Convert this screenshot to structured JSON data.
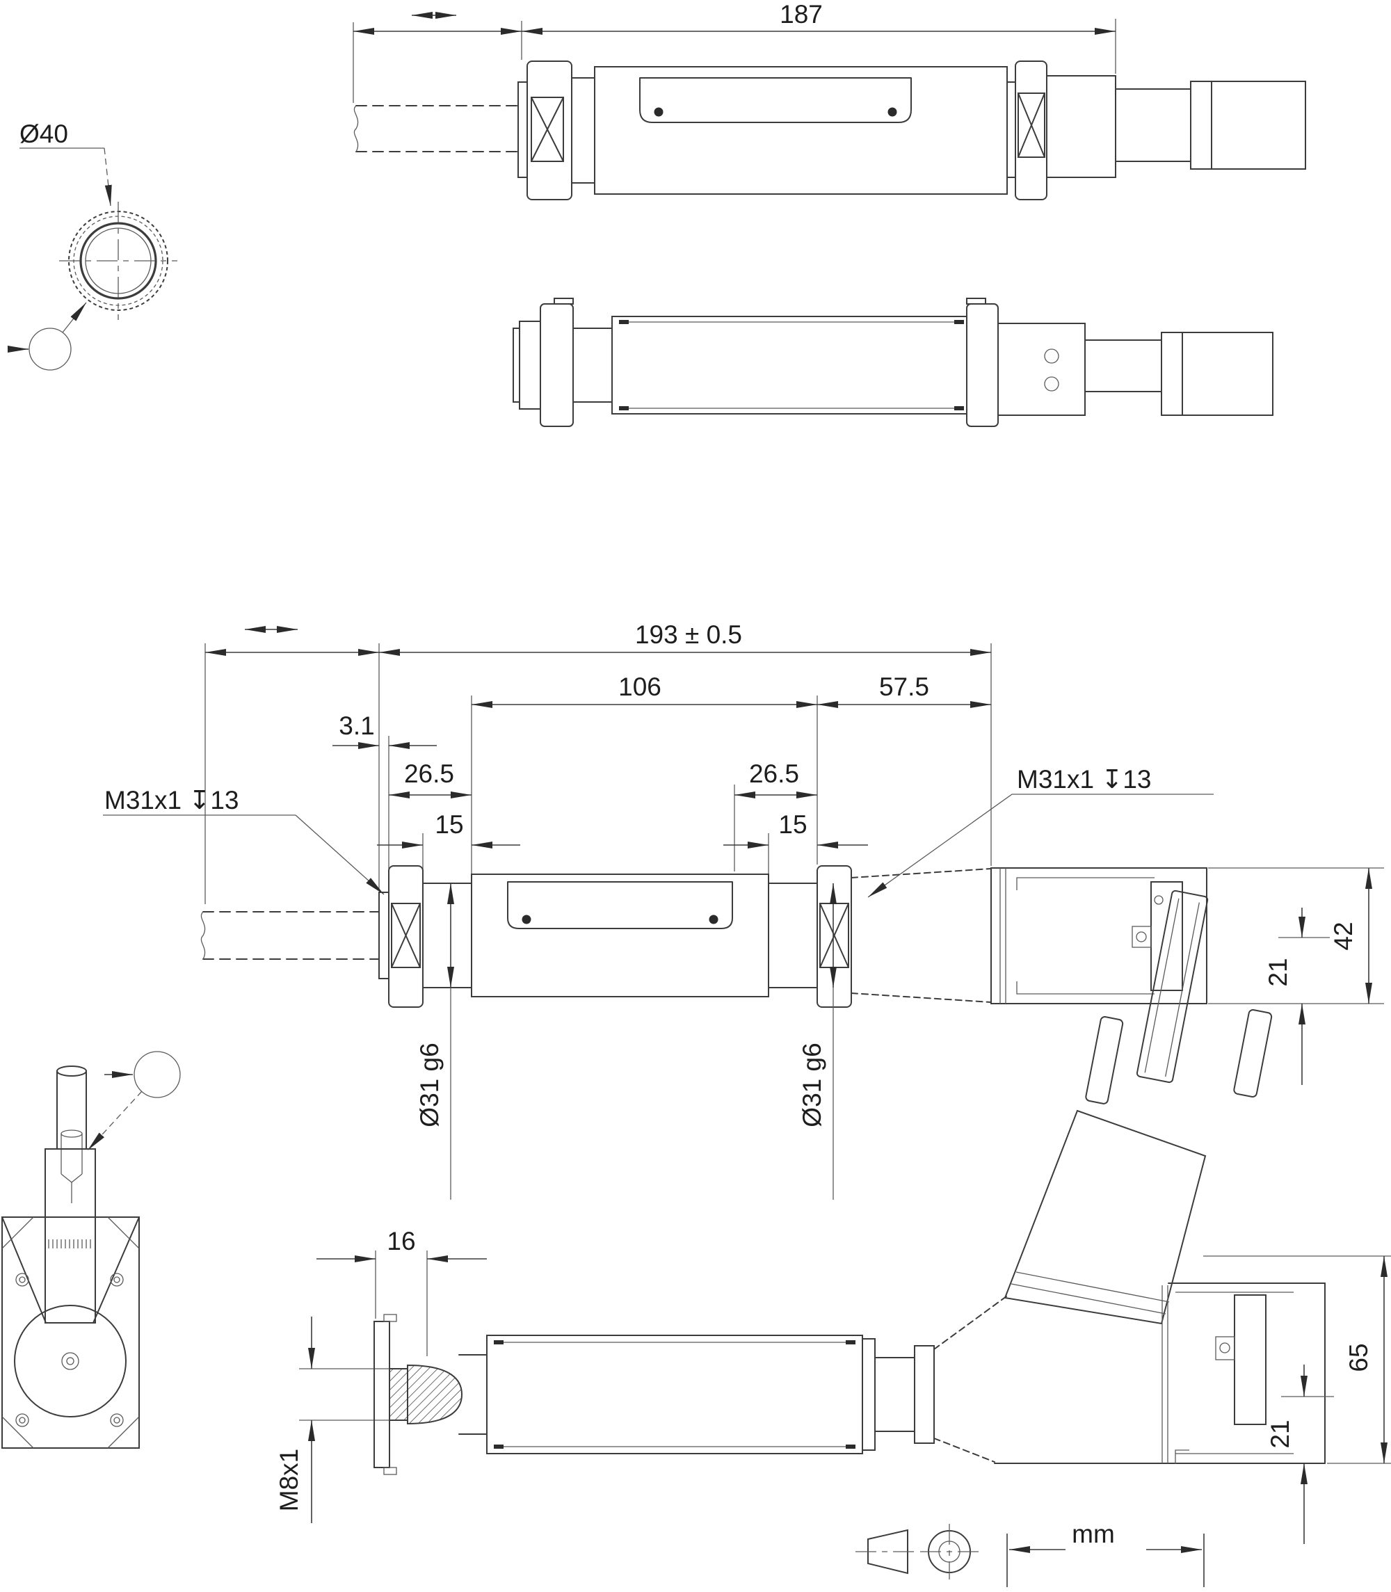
{
  "drawing": {
    "units": "mm",
    "dimensions": {
      "overall_length_top": "187",
      "rear_cap_diameter": "Ø40",
      "overall_length": "193 ± 0.5",
      "front_plate": "3.1",
      "left_clamp_outer": "26.5",
      "left_clamp_inner": "15",
      "center_span": "106",
      "right_clamp_outer": "26.5",
      "right_clamp_inner": "15",
      "rear_section": "57.5",
      "mount_thread_left": "M31x1 ↧13",
      "mount_thread_right": "M31x1 ↧13",
      "shank_dia_left": "Ø31 g6",
      "shank_dia_right": "Ø31 g6",
      "head_height": "42",
      "head_center_offset": "21",
      "tip_length": "16",
      "tip_thread": "M8x1",
      "plug_head_height": "65",
      "plug_head_center_offset": "21"
    }
  }
}
